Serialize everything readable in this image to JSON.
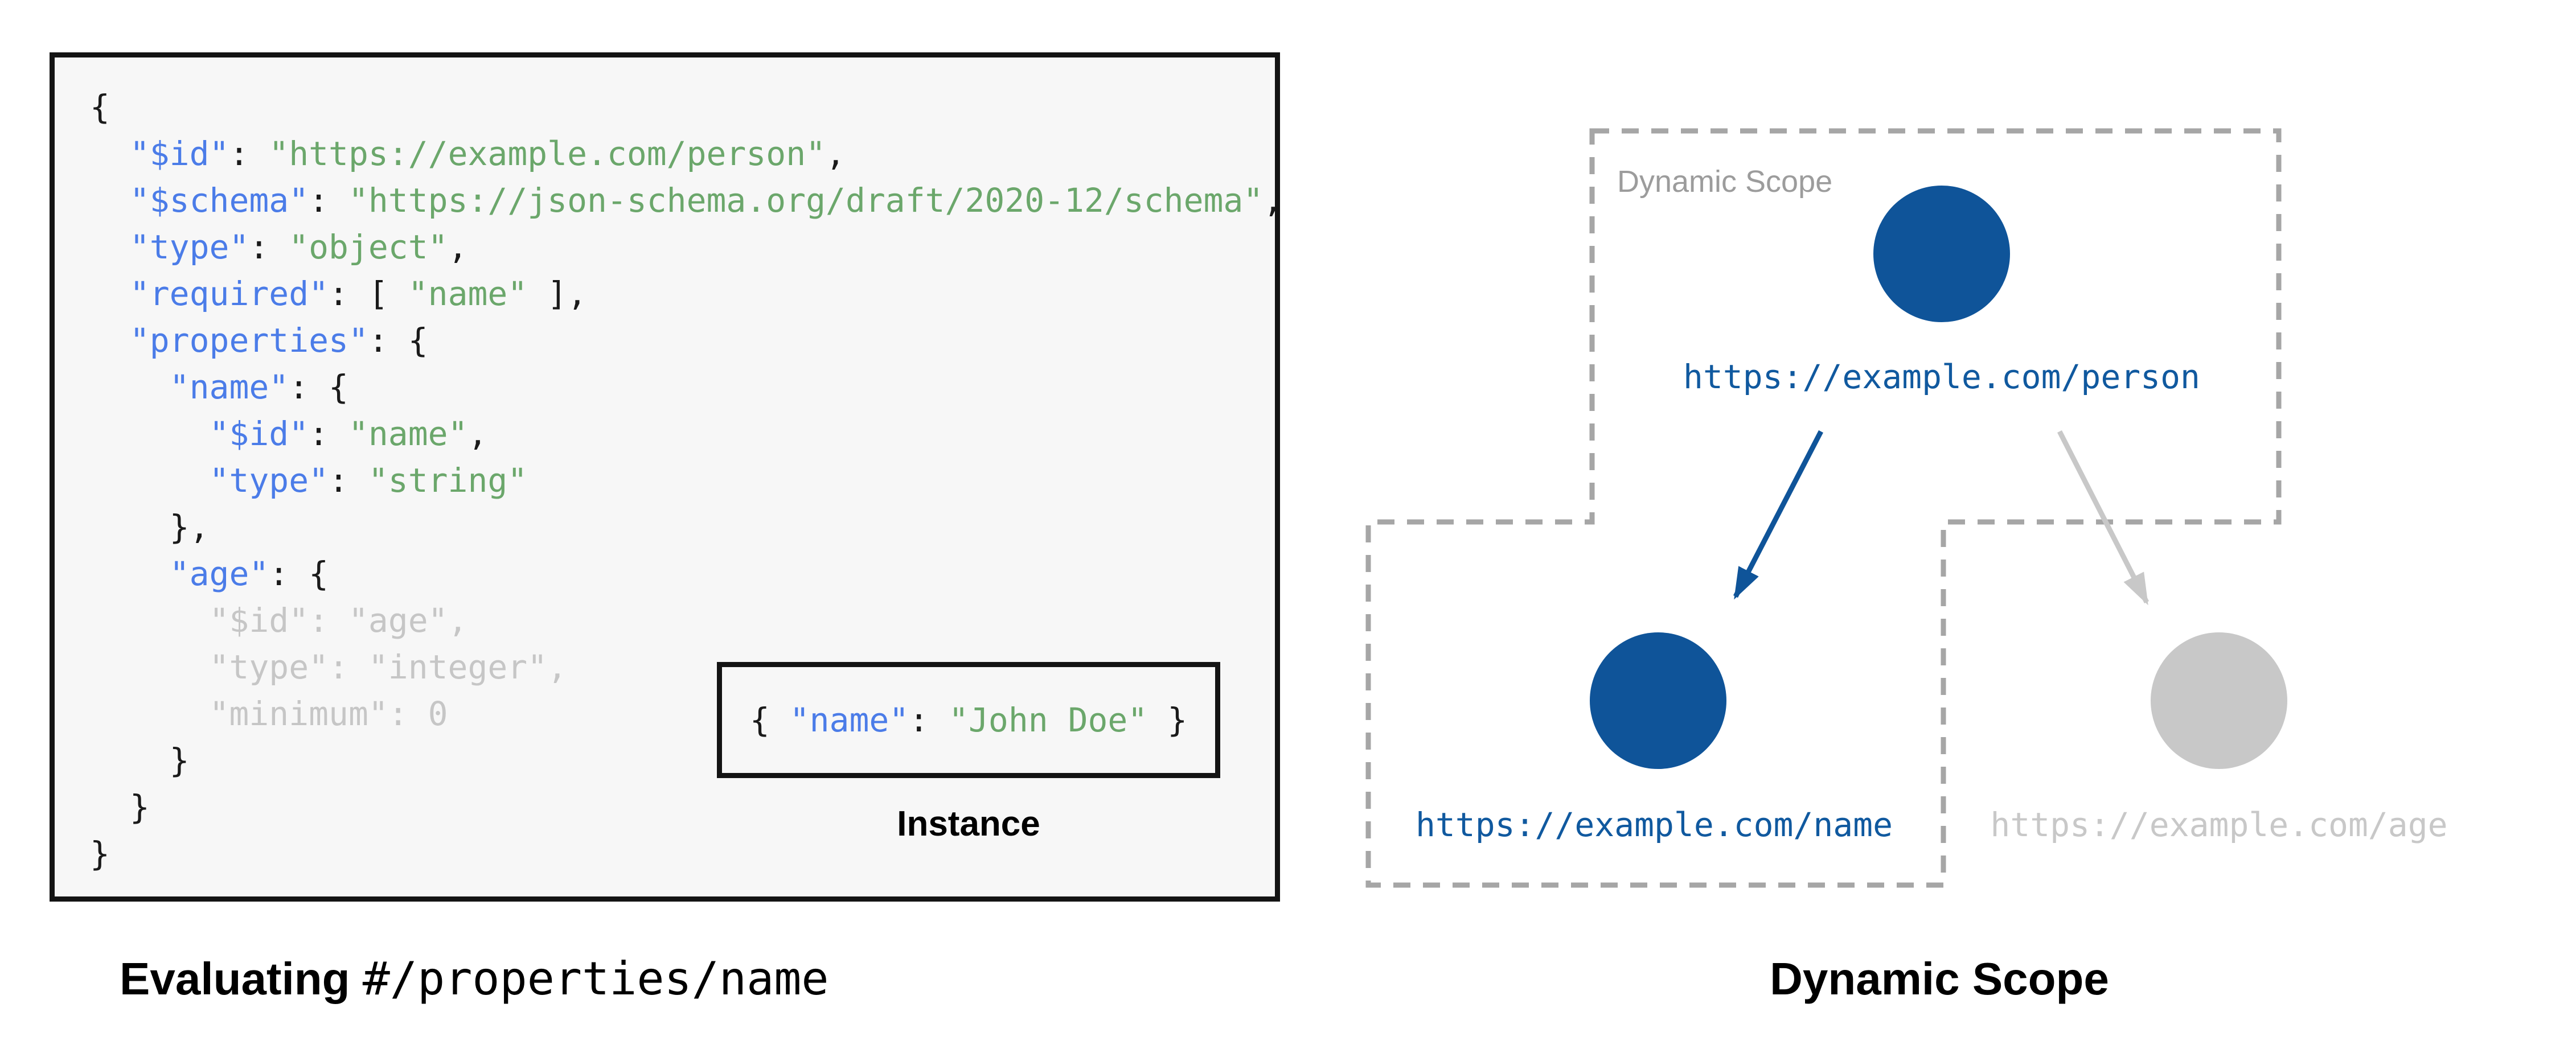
{
  "colors": {
    "page_background": "#ffffff",
    "panel_background": "#f7f7f7",
    "box_border": "#141414",
    "code_key_blue": "#4b7ce8",
    "code_string_green": "#6ba76b",
    "code_punct_black": "#1a1a1a",
    "code_dim_gray": "#c6c6c6",
    "node_blue": "#0f5499",
    "node_gray": "#c8c8c8",
    "url_blue": "#10599f",
    "url_gray": "#c8c8c8",
    "dashed_border_gray": "#a6a6a6",
    "scope_label_gray": "#9c9c9c"
  },
  "schema_panel": {
    "code_lines": [
      {
        "segments": [
          [
            "p",
            "{"
          ]
        ]
      },
      {
        "segments": [
          [
            "p",
            "  "
          ],
          [
            "k",
            "\"$id\""
          ],
          [
            "p",
            ": "
          ],
          [
            "s",
            "\"https://example.com/person\""
          ],
          [
            "p",
            ","
          ]
        ]
      },
      {
        "segments": [
          [
            "p",
            "  "
          ],
          [
            "k",
            "\"$schema\""
          ],
          [
            "p",
            ": "
          ],
          [
            "s",
            "\"https://json-schema.org/draft/2020-12/schema\""
          ],
          [
            "p",
            ","
          ]
        ]
      },
      {
        "segments": [
          [
            "p",
            "  "
          ],
          [
            "k",
            "\"type\""
          ],
          [
            "p",
            ": "
          ],
          [
            "s",
            "\"object\""
          ],
          [
            "p",
            ","
          ]
        ]
      },
      {
        "segments": [
          [
            "p",
            "  "
          ],
          [
            "k",
            "\"required\""
          ],
          [
            "p",
            ": [ "
          ],
          [
            "s",
            "\"name\""
          ],
          [
            "p",
            " ],"
          ]
        ]
      },
      {
        "segments": [
          [
            "p",
            "  "
          ],
          [
            "k",
            "\"properties\""
          ],
          [
            "p",
            ": {"
          ]
        ]
      },
      {
        "segments": [
          [
            "p",
            "    "
          ],
          [
            "k",
            "\"name\""
          ],
          [
            "p",
            ": {"
          ]
        ]
      },
      {
        "segments": [
          [
            "p",
            "      "
          ],
          [
            "k",
            "\"$id\""
          ],
          [
            "p",
            ": "
          ],
          [
            "s",
            "\"name\""
          ],
          [
            "p",
            ","
          ]
        ]
      },
      {
        "segments": [
          [
            "p",
            "      "
          ],
          [
            "k",
            "\"type\""
          ],
          [
            "p",
            ": "
          ],
          [
            "s",
            "\"string\""
          ]
        ]
      },
      {
        "segments": [
          [
            "p",
            "    },"
          ]
        ]
      },
      {
        "segments": [
          [
            "p",
            "    "
          ],
          [
            "k",
            "\"age\""
          ],
          [
            "p",
            ": {"
          ]
        ]
      },
      {
        "segments": [
          [
            "d",
            "      \"$id\": \"age\","
          ]
        ]
      },
      {
        "segments": [
          [
            "d",
            "      \"type\": \"integer\","
          ]
        ]
      },
      {
        "segments": [
          [
            "d",
            "      \"minimum\": 0"
          ]
        ]
      },
      {
        "segments": [
          [
            "p",
            "    }"
          ]
        ]
      },
      {
        "segments": [
          [
            "p",
            "  }"
          ]
        ]
      },
      {
        "segments": [
          [
            "p",
            "}"
          ]
        ]
      }
    ],
    "instance": {
      "segments": [
        [
          "p",
          "{ "
        ],
        [
          "k",
          "\"name\""
        ],
        [
          "p",
          ": "
        ],
        [
          "s",
          "\"John Doe\""
        ],
        [
          "p",
          " }"
        ]
      ],
      "label": "Instance"
    },
    "caption": {
      "bold": "Evaluating ",
      "mono": "#/properties/name"
    }
  },
  "scope_panel": {
    "scope_label": "Dynamic Scope",
    "nodes": {
      "person": {
        "url": "https://example.com/person",
        "state": "active"
      },
      "name": {
        "url": "https://example.com/name",
        "state": "active"
      },
      "age": {
        "url": "https://example.com/age",
        "state": "inactive"
      }
    },
    "caption": "Dynamic Scope"
  }
}
